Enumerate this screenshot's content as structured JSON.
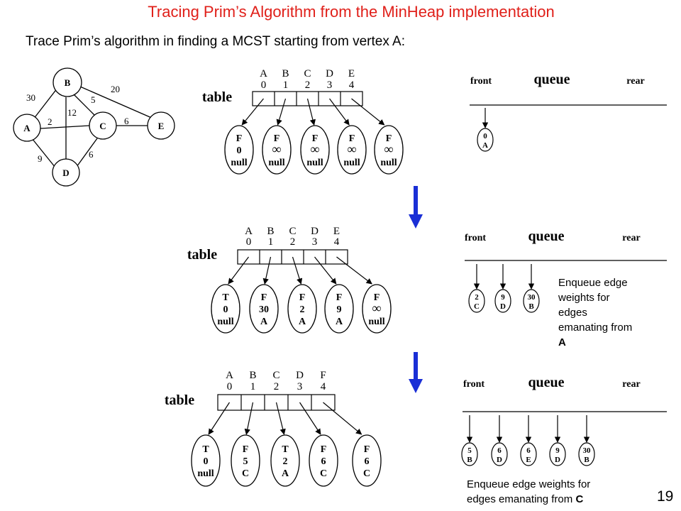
{
  "title": "Tracing Prim’s Algorithm from the MinHeap implementation",
  "subtitle": "Trace Prim’s algorithm in finding a MCST starting from vertex A:",
  "page_number": "19",
  "colors": {
    "title": "#e0201a",
    "arrow": "#1a2fd6"
  },
  "graph": {
    "vertices": [
      "B",
      "A",
      "C",
      "E",
      "D"
    ],
    "edge_weights": [
      "30",
      "20",
      "5",
      "12",
      "2",
      "6",
      "9",
      "6"
    ]
  },
  "panels": [
    {
      "table_label": "table",
      "headers": [
        {
          "letter": "A",
          "index": "0"
        },
        {
          "letter": "B",
          "index": "1"
        },
        {
          "letter": "C",
          "index": "2"
        },
        {
          "letter": "D",
          "index": "3"
        },
        {
          "letter": "E",
          "index": "4"
        }
      ],
      "nodes": [
        [
          "F",
          "0",
          "null"
        ],
        [
          "F",
          "∞",
          "null"
        ],
        [
          "F",
          "∞",
          "null"
        ],
        [
          "F",
          "∞",
          "null"
        ],
        [
          "F",
          "∞",
          "null"
        ]
      ],
      "queue": {
        "front": "front",
        "label": "queue",
        "rear": "rear",
        "items": [
          [
            "0",
            "A"
          ]
        ]
      },
      "note_lines": []
    },
    {
      "table_label": "table",
      "headers": [
        {
          "letter": "A",
          "index": "0"
        },
        {
          "letter": "B",
          "index": "1"
        },
        {
          "letter": "C",
          "index": "2"
        },
        {
          "letter": "D",
          "index": "3"
        },
        {
          "letter": "E",
          "index": "4"
        }
      ],
      "nodes": [
        [
          "T",
          "0",
          "null"
        ],
        [
          "F",
          "30",
          "A"
        ],
        [
          "F",
          "2",
          "A"
        ],
        [
          "F",
          "9",
          "A"
        ],
        [
          "F",
          "∞",
          "null"
        ]
      ],
      "queue": {
        "front": "front",
        "label": "queue",
        "rear": "rear",
        "items": [
          [
            "2",
            "C"
          ],
          [
            "9",
            "D"
          ],
          [
            "30",
            "B"
          ]
        ]
      },
      "note_lines": [
        "Enqueue edge",
        "weights for",
        "edges",
        "emanating from",
        "A"
      ]
    },
    {
      "table_label": "table",
      "headers": [
        {
          "letter": "A",
          "index": "0"
        },
        {
          "letter": "B",
          "index": "1"
        },
        {
          "letter": "C",
          "index": "2"
        },
        {
          "letter": "D",
          "index": "3"
        },
        {
          "letter": "F",
          "index": "4"
        }
      ],
      "nodes": [
        [
          "T",
          "0",
          "null"
        ],
        [
          "F",
          "5",
          "C"
        ],
        [
          "T",
          "2",
          "A"
        ],
        [
          "F",
          "6",
          "C"
        ],
        [
          "F",
          "6",
          "C"
        ]
      ],
      "queue": {
        "front": "front",
        "label": "queue",
        "rear": "rear",
        "items": [
          [
            "5",
            "B"
          ],
          [
            "6",
            "D"
          ],
          [
            "6",
            "E"
          ],
          [
            "9",
            "D"
          ],
          [
            "30",
            "B"
          ]
        ]
      },
      "note_lines": [
        "Enqueue edge weights for",
        "edges emanating from",
        "C"
      ]
    }
  ]
}
